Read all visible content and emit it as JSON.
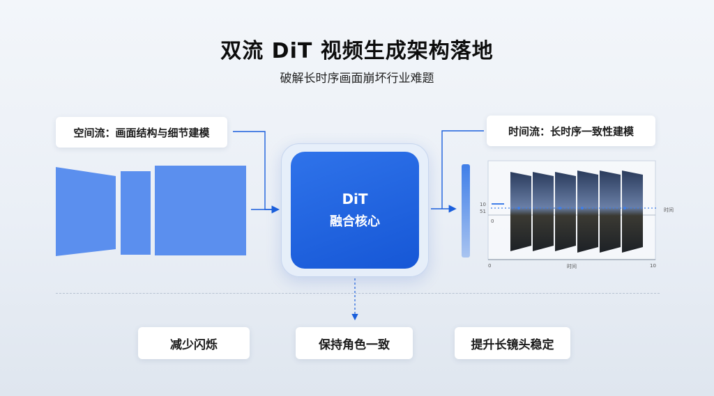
{
  "title": "双流 DiT 视频生成架构落地",
  "subtitle": "破解长时序画面崩坏行业难题",
  "spatial_label": "空间流：画面结构与细节建模",
  "temporal_label": "时间流：长时序一致性建模",
  "core": {
    "line1": "DiT",
    "line2": "融合核心"
  },
  "timeline": {
    "axis_label": "时间",
    "row_label": "时间",
    "x_start": "0",
    "x_end": "10",
    "y_labels": [
      "10",
      "51",
      "0"
    ]
  },
  "benefits": [
    "减少闪烁",
    "保持角色一致",
    "提升长镜头稳定"
  ],
  "colors": {
    "accent": "#1a5fdc",
    "frame_blue": "#5b8fee",
    "core_blue": "#1f63df"
  }
}
